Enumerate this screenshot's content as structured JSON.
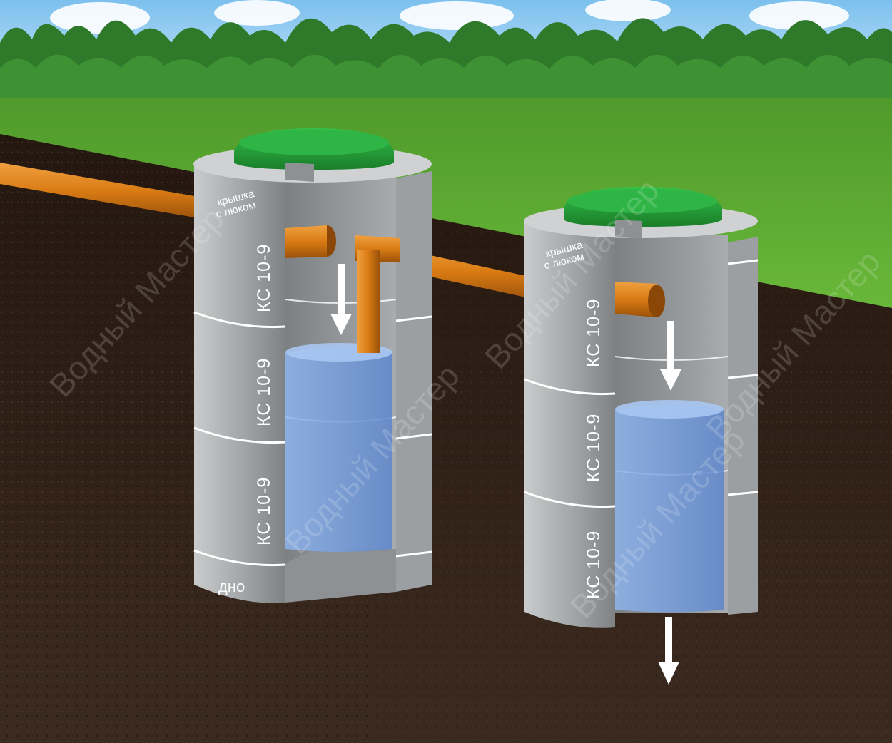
{
  "well_left": {
    "lid_label_line1": "крышка",
    "lid_label_line2": "с люком",
    "rings": [
      "КС 10-9",
      "КС 10-9",
      "КС 10-9"
    ],
    "bottom_label": "дно"
  },
  "well_right": {
    "lid_label_line1": "крышка",
    "lid_label_line2": "с люком",
    "rings": [
      "КС 10-9",
      "КС 10-9",
      "КС 10-9"
    ]
  },
  "watermark": "Водный Мастер",
  "colors": {
    "sky": "#9fd0f2",
    "grass": "#58a531",
    "soil": "#2a1d16",
    "concrete": "#a6a9ab",
    "lid": "#27a13a",
    "pipe": "#d97b14",
    "water": "#7da4e0"
  }
}
